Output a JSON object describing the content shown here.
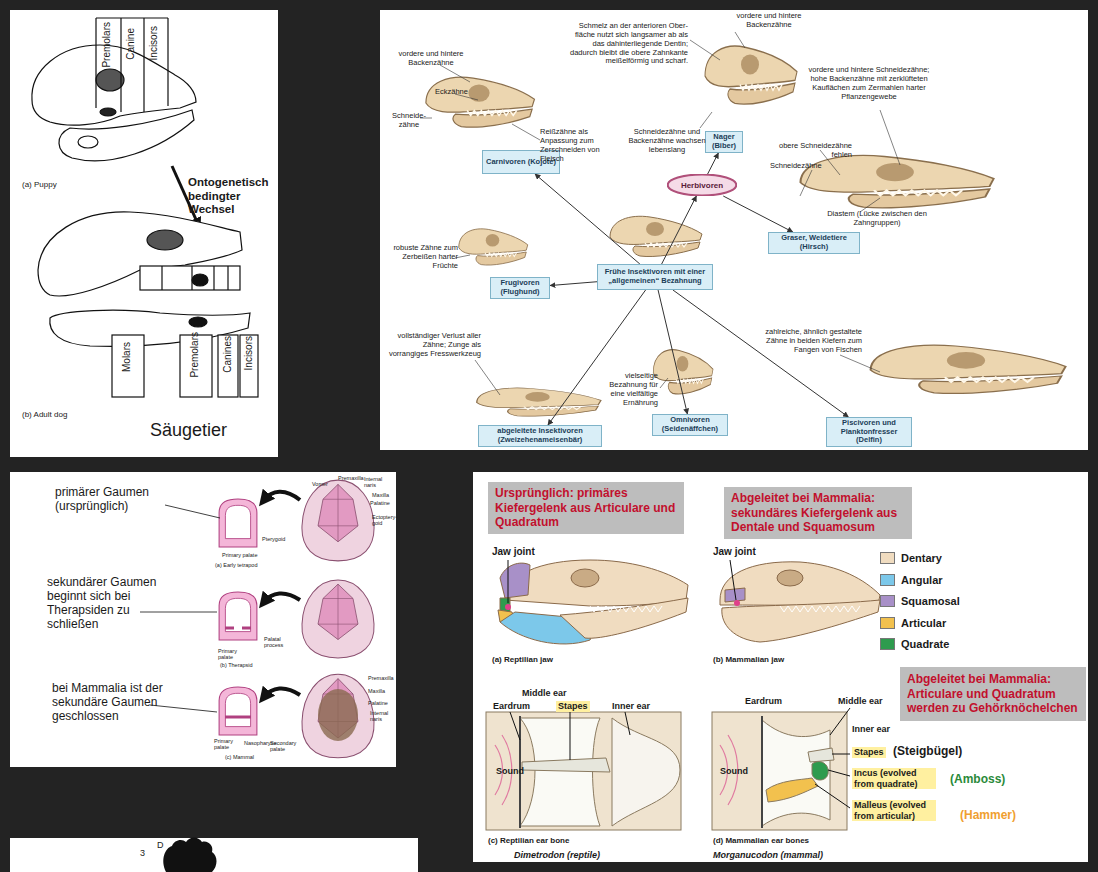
{
  "diagram": {
    "nodes": [
      {
        "text": [
          "Carnivoren (Kojote)"
        ]
      },
      {
        "text": [
          "Nager (Biber)"
        ]
      },
      {
        "text": [
          "Herbivoren"
        ]
      },
      {
        "text": [
          "Graser, Weidetiere (Hirsch)"
        ]
      },
      {
        "text": [
          "Frugivoren (Flughund)"
        ]
      },
      {
        "text": [
          "Frühe Insektivoren mit einer „allgemeinen“ Bezahnung"
        ]
      },
      {
        "text": [
          "abgeleitete Insektivoren (Zweizehenameisenbär)"
        ]
      },
      {
        "text": [
          "Omnivoren (Seidenäffchen)"
        ]
      },
      {
        "text": [
          "Piscivoren und Planktonfresser (Delfin)"
        ]
      },
      {
        "text": [
          "Ursprünglich: primäres Kiefergelenk aus Articulare und Quadratum"
        ]
      },
      {
        "text": [
          "Abgeleitet bei Mammalia: sekundäres Kiefergelenk aus Dentale und Squamosum"
        ]
      },
      {
        "text": [
          "Abgeleitet bei Mammalia: Articulare und Quadratum werden zu Gehörknöchelchen"
        ]
      }
    ],
    "edges": [
      {
        "from": 5,
        "to": 0,
        "arrow": "to"
      },
      {
        "from": 5,
        "to": 2,
        "arrow": "to"
      },
      {
        "from": 2,
        "to": 1,
        "arrow": "to"
      },
      {
        "from": 2,
        "to": 3,
        "arrow": "to"
      },
      {
        "from": 5,
        "to": 4,
        "arrow": "to"
      },
      {
        "from": 5,
        "to": 6,
        "arrow": "to"
      },
      {
        "from": 5,
        "to": 7,
        "arrow": "to"
      },
      {
        "from": 5,
        "to": 8,
        "arrow": "to"
      }
    ],
    "labels": [
      "Premolars",
      "Canine",
      "Incisors",
      "(a) Puppy",
      "Ontogenetisch bedingter Wechsel",
      "Molars",
      "Premolars",
      "Canines",
      "Incisors",
      "(b) Adult dog",
      "Säugetier",
      "vordere und hintere Backenzähne",
      "Eckzähne",
      "Schneide- zähne",
      "Reißzähne als Anpassung zum Zerschneiden von Fleisch",
      "Schmelz an der anterioren Ober- fläche nutzt sich langsamer ab als das dahinterliegende Dentin; dadurch bleibt die obere Zahnkante meißelförmig und scharf.",
      "vordere und hintere Backenzähne",
      "Schneidezähne und Backenzähne wachsen lebenslang",
      "vordere und hintere Schneidezähne; hohe Backenzähne mit zerklüfteten Kauflächen zum Zermahlen harter Pflanzengewebe",
      "obere Schneidezähne fehlen",
      "Schneidezähne",
      "Diastem (Lücke zwischen den Zahngruppen)",
      "robuste Zähne zum Zerbeißen harter Früchte",
      "vollständiger Verlust aller Zähne; Zunge als vorrangiges Fresswerkzeug",
      "vielseitige Bezahnung für eine vielfältige Ernährung",
      "zahlreiche, ähnlich gestaltete Zähne in beiden Kiefern zum Fangen von Fischen",
      "primärer Gaumen (ursprünglich)",
      "sekundärer Gaumen beginnt sich bei Therapsiden zu schließen",
      "bei Mammalia ist der sekundäre Gaumen geschlossen",
      "Primary palate",
      "(a) Early tetrapod",
      "Vomer",
      "Premaxilla",
      "Internal naris",
      "Maxilla",
      "Palatine",
      "Ectoptery- goid",
      "Pterygoid",
      "Primary palate",
      "Palatal process",
      "(b) Therapsid",
      "Premaxilla",
      "Maxilla",
      "Palatine",
      "Internal naris",
      "Primary palate",
      "Nasopharynx",
      "Secondary palate",
      "(c) Mammal",
      "Jaw joint",
      "Jaw joint",
      "(a) Reptilian jaw",
      "(b) Mammalian jaw",
      "Middle ear",
      "Eardrum",
      "Stapes",
      "Inner ear",
      "Sound",
      "(c) Reptilian ear bone",
      "Dimetrodon (reptile)",
      "Eardrum",
      "Middle ear",
      "Inner ear",
      "Stapes",
      "(Steigbügel)",
      "Incus (evolved from quadrate)",
      "(Amboss)",
      "Malleus (evolved from articular)",
      "(Hammer)",
      "Sound",
      "(d) Mammalian ear bones",
      "Morganucodon (mammal)",
      "3",
      "D"
    ],
    "legend": [
      {
        "text": "Dentary",
        "color": "#f0dcc0"
      },
      {
        "text": "Angular",
        "color": "#7cc8ea"
      },
      {
        "text": "Squamosal",
        "color": "#a890c8"
      },
      {
        "text": "Articular",
        "color": "#f2c14e"
      },
      {
        "text": "Quadrate",
        "color": "#2e9b4e"
      }
    ]
  }
}
